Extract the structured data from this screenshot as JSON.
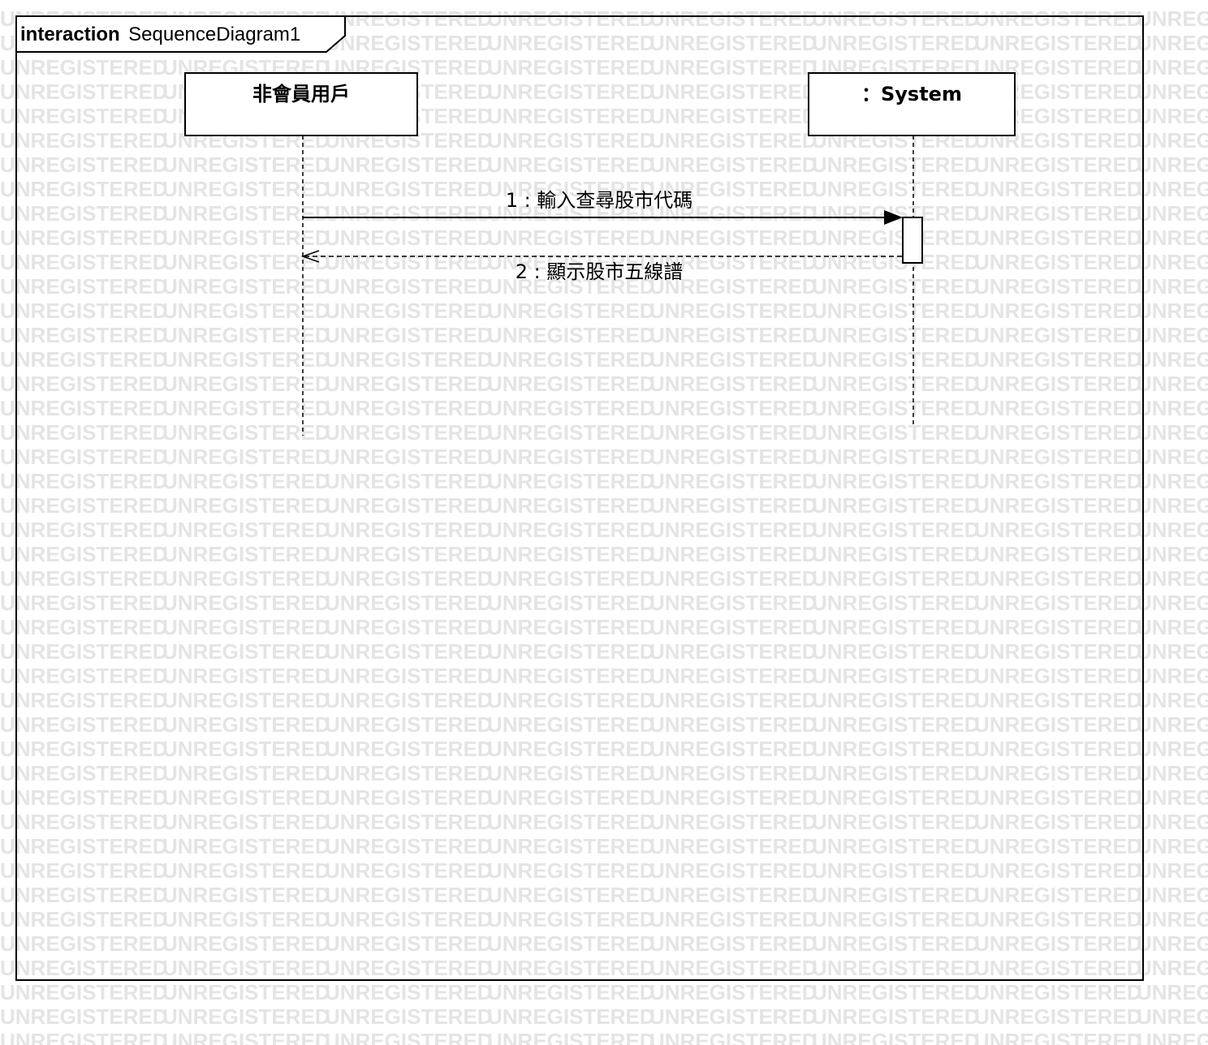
{
  "frame": {
    "keyword": "interaction",
    "name": "SequenceDiagram1"
  },
  "lifelines": [
    {
      "id": "user",
      "title": "非會員用戶"
    },
    {
      "id": "system",
      "title": "：System"
    }
  ],
  "messages": [
    {
      "label": "1 : 輸入查尋股市代碼",
      "kind": "synchronous",
      "from": "user",
      "to": "system"
    },
    {
      "label": "2 : 顯示股市五線譜",
      "kind": "reply",
      "from": "system",
      "to": "user"
    }
  ],
  "watermark": {
    "text": "UNREGISTERED",
    "color": "#e4e4e4"
  }
}
